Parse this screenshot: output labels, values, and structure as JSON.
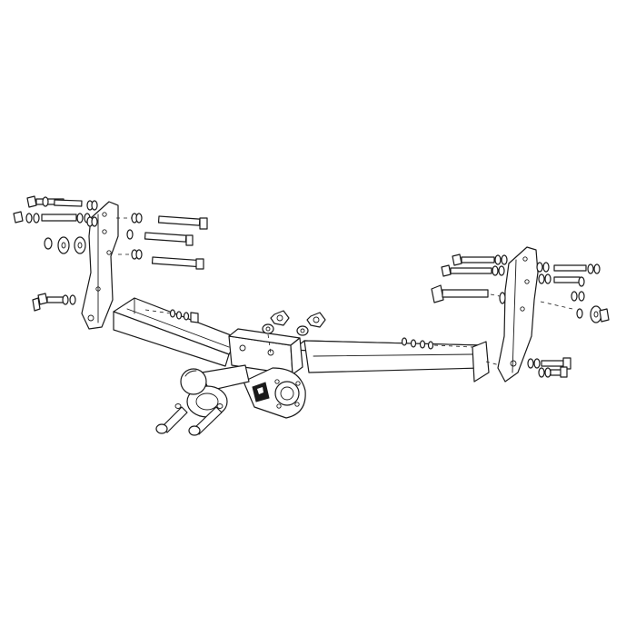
{
  "diagram": {
    "parts": [
      "left-bracket",
      "right-bracket",
      "crossbar",
      "center-mount",
      "tow-ball",
      "ball-flange",
      "socket-plate",
      "mounting-bolts",
      "washers",
      "nuts"
    ]
  }
}
